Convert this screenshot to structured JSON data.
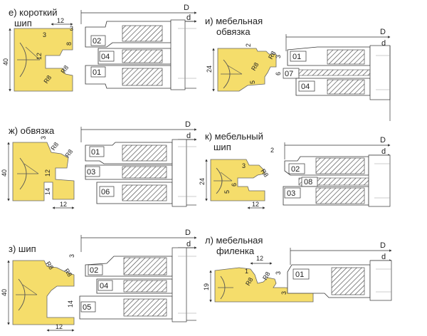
{
  "colors": {
    "profile": "#f5dd6b",
    "hatch": "#444444",
    "line": "#333333"
  },
  "panels": [
    {
      "id": "e",
      "caption1": "е) короткий",
      "caption2": "шип",
      "dims": {
        "v1": "40",
        "v2": "12",
        "v3": "3",
        "v4": "12",
        "v5": "3",
        "v6": "8",
        "r1": "R8",
        "r2": "R8"
      },
      "parts": [
        "02",
        "04",
        "01"
      ],
      "D": "D",
      "d": "d"
    },
    {
      "id": "i",
      "caption1": "и) мебельная",
      "caption2": "обвязка",
      "dims": {
        "v1": "24",
        "v2": "2",
        "v3": "3",
        "v4": "6",
        "v5": "5",
        "r1": "R8",
        "r2": "R8"
      },
      "parts": [
        "01",
        "07",
        "04"
      ],
      "D": "D",
      "d": "d"
    },
    {
      "id": "zh",
      "caption1": "ж) обвязка",
      "caption2": "",
      "dims": {
        "v1": "40",
        "v2": "3",
        "v3": "12",
        "v4": "14",
        "v5": "12",
        "r1": "R8",
        "r2": "R8"
      },
      "parts": [
        "01",
        "03",
        "06"
      ],
      "D": "D",
      "d": "d"
    },
    {
      "id": "k",
      "caption1": "к) мебельный",
      "caption2": "шип",
      "dims": {
        "v1": "24",
        "v2": "3",
        "v3": "6",
        "v4": "5",
        "v5": "12",
        "v6": "2",
        "r1": "R8"
      },
      "parts": [
        "02",
        "08",
        "03"
      ],
      "D": "D",
      "d": "d"
    },
    {
      "id": "z",
      "caption1": "з) шип",
      "caption2": "",
      "dims": {
        "v1": "40",
        "v2": "3",
        "v3": "14",
        "v4": "12",
        "r1": "R8",
        "r2": "R8"
      },
      "parts": [
        "02",
        "04",
        "05"
      ],
      "D": "D",
      "d": "d"
    },
    {
      "id": "l",
      "caption1": "л) мебельная",
      "caption2": "филенка",
      "dims": {
        "v1": "19",
        "v2": "12",
        "v3": "1",
        "v4": "3",
        "v5": "3",
        "r1": "R8",
        "r2": "R8"
      },
      "parts": [
        "01"
      ],
      "D": "D",
      "d": "d"
    }
  ]
}
